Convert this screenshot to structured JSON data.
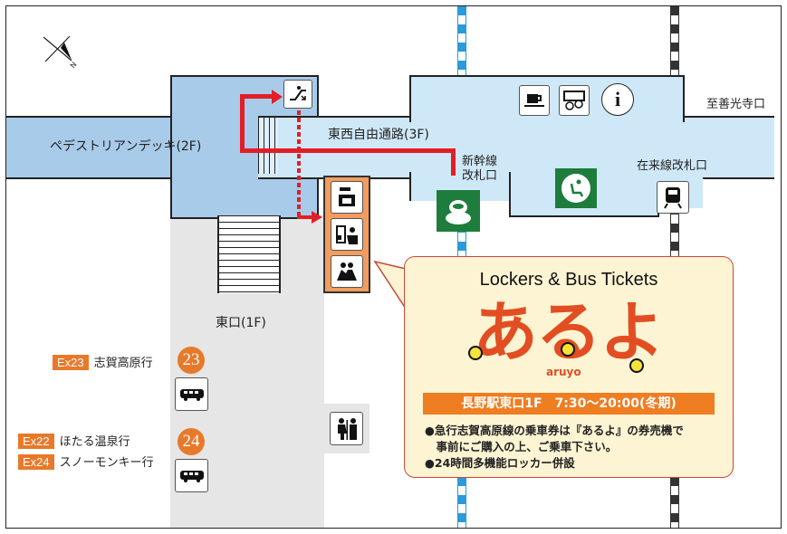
{
  "map": {
    "compass": {
      "north_label": "N"
    },
    "areas": {
      "pedestrian_deck": "ペデストリアンデッキ(2F)",
      "east_west_passage": "東西自由通路(3F)",
      "east_exit": "東口(1F)",
      "zenkoji_exit": "至善光寺口",
      "shinkansen_gate": [
        "新幹線",
        "改札口"
      ],
      "conventional_gate": "在来線改札口"
    },
    "bus_stops": [
      {
        "number": "23",
        "routes": [
          {
            "code": "Ex23",
            "dest": "志賀高原行"
          }
        ]
      },
      {
        "number": "24",
        "routes": [
          {
            "code": "Ex22",
            "dest": "ほたる温泉行"
          },
          {
            "code": "Ex24",
            "dest": "スノーモンキー行"
          }
        ]
      }
    ],
    "icons": [
      "escalator-icon",
      "cafe-icon",
      "currency-exchange-icon",
      "information-icon",
      "shinkansen-icon",
      "lounge-seat-icon",
      "train-icon",
      "coin-locker-icon",
      "ticket-counter-icon",
      "waiting-room-icon",
      "bus-icon",
      "restroom-icon"
    ],
    "colors": {
      "upper_floor": "#a9cbea",
      "passage": "#cfe8f7",
      "ground": "#e6e6e6",
      "route": "#e21e26",
      "accent": "#e8792a",
      "shinkansen_line": "#2b9ad9",
      "jr_line": "#333333"
    }
  },
  "callout": {
    "heading": "Lockers & Bus Tickets",
    "brand_jp": "あるよ",
    "brand_romaji": "aruyo",
    "hours": "長野駅東口1F　7:30〜20:00(冬期)",
    "notes": [
      "●急行志賀高原線の乗車券は『あるよ』の券売機で",
      "　事前にご購入の上、ご乗車下さい。",
      "●24時間多機能ロッカー併設"
    ]
  }
}
